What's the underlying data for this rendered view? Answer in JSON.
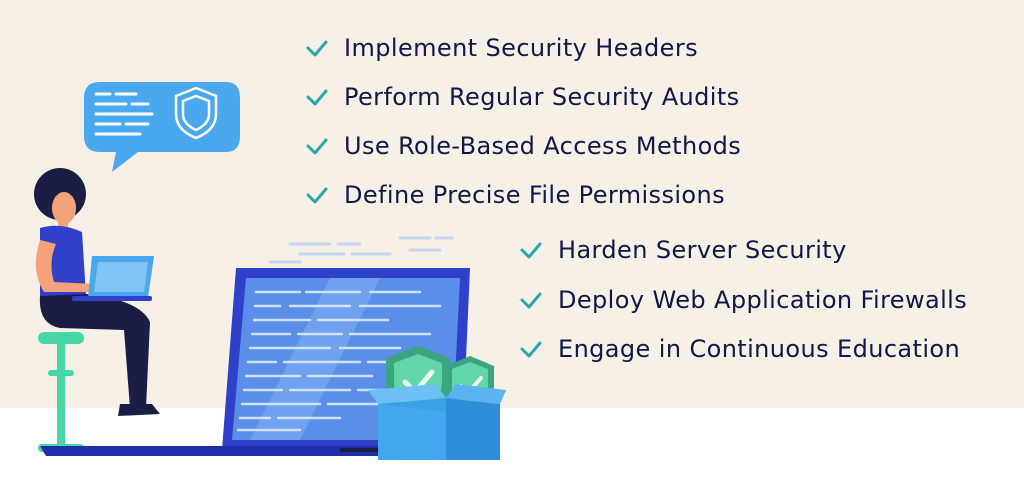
{
  "checklist": {
    "left_group": [
      {
        "label": "Implement Security Headers"
      },
      {
        "label": "Perform Regular Security Audits"
      },
      {
        "label": "Use Role-Based Access Methods"
      },
      {
        "label": "Define Precise File Permissions"
      }
    ],
    "right_group": [
      {
        "label": "Harden Server Security"
      },
      {
        "label": "Deploy Web Application Firewalls"
      },
      {
        "label": "Engage in Continuous Education"
      }
    ]
  },
  "colors": {
    "background": "#f7f0e6",
    "text": "#111748",
    "check": "#2aa7a9",
    "laptop": "#2f41c9",
    "screen": "#5a8ee8",
    "bubble": "#4aa8ef",
    "shield": "#48c59a",
    "box": "#3aa0e8"
  },
  "icons": [
    "check-icon",
    "shield-icon",
    "laptop-icon",
    "speech-bubble-icon",
    "open-box-icon",
    "person-illustration"
  ]
}
